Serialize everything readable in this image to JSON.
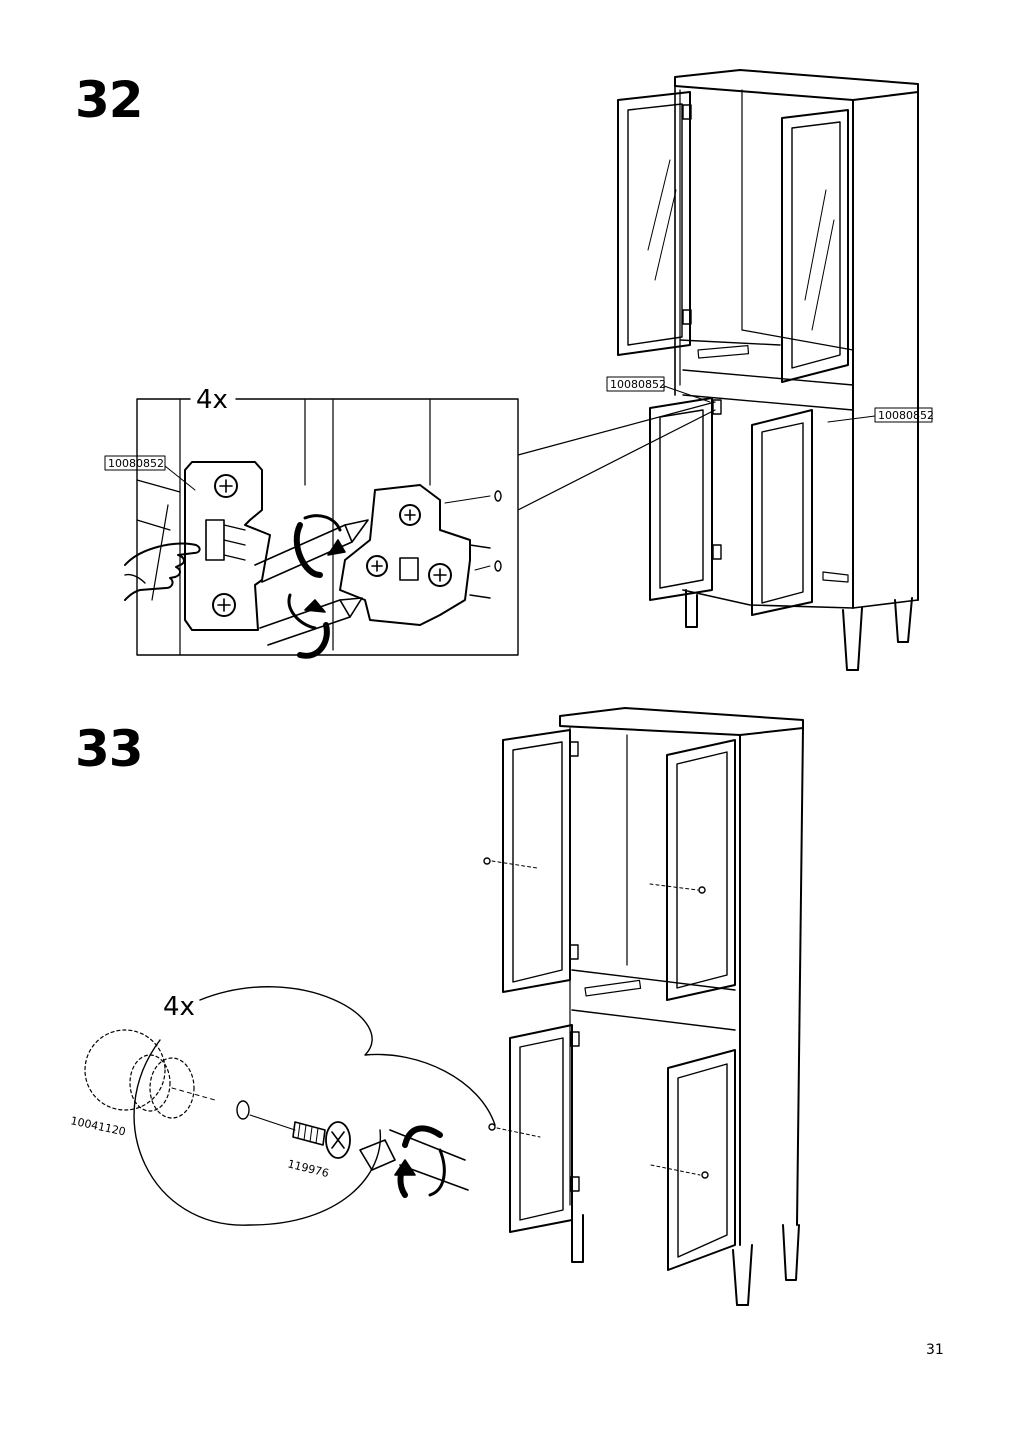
{
  "page": {
    "number": "31"
  },
  "steps": [
    {
      "number": "32",
      "detail": {
        "quantity": "4x",
        "part_label": "10080852"
      },
      "cabinet": {
        "part_label_left": "10080852",
        "part_label_right": "10080852"
      }
    },
    {
      "number": "33",
      "detail": {
        "quantity": "4x",
        "knob_part": "10041120",
        "screw_part": "119976"
      }
    }
  ],
  "icons": [
    "hand-pointer-icon",
    "screwdriver-icon",
    "rotate-arrow-icon",
    "hinge-icon",
    "knob-icon",
    "screw-icon"
  ]
}
